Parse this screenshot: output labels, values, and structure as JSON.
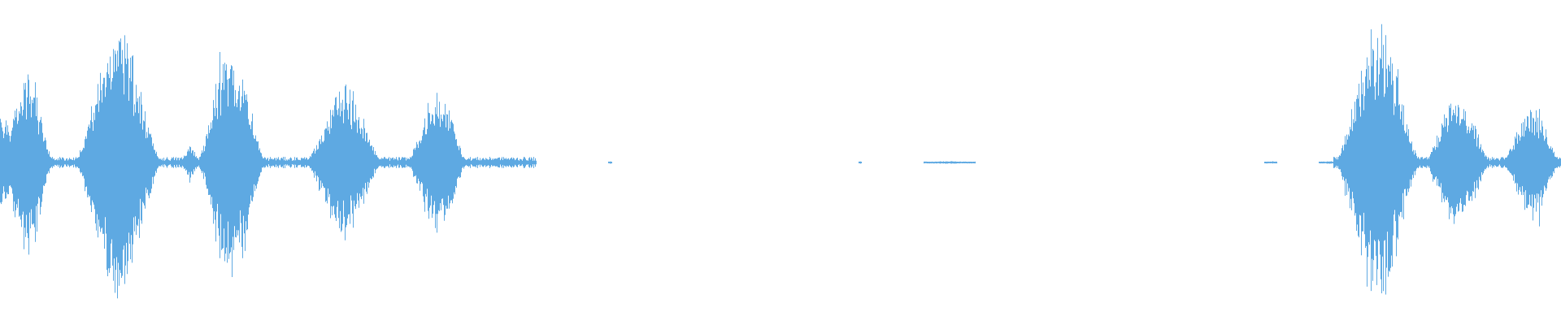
{
  "waveform": {
    "color": "#5ea9e2",
    "background": "#ffffff",
    "segments": [
      {
        "start": 0.0,
        "end": 0.034,
        "peak": 0.65
      },
      {
        "start": 0.047,
        "end": 0.104,
        "peak": 1.0
      },
      {
        "start": 0.116,
        "end": 0.128,
        "peak": 0.12
      },
      {
        "start": 0.126,
        "end": 0.17,
        "peak": 0.88
      },
      {
        "start": 0.195,
        "end": 0.245,
        "peak": 0.55
      },
      {
        "start": 0.26,
        "end": 0.3,
        "peak": 0.52
      },
      {
        "start": 0.3,
        "end": 0.34,
        "peak": 0.03
      },
      {
        "start": 0.39,
        "end": 0.392,
        "peak": 0.01
      },
      {
        "start": 0.55,
        "end": 0.552,
        "peak": 0.01
      },
      {
        "start": 0.592,
        "end": 0.625,
        "peak": 0.01
      },
      {
        "start": 0.81,
        "end": 0.818,
        "peak": 0.01
      },
      {
        "start": 0.845,
        "end": 0.858,
        "peak": 0.01
      },
      {
        "start": 0.855,
        "end": 0.91,
        "peak": 0.98
      },
      {
        "start": 0.912,
        "end": 0.955,
        "peak": 0.5
      },
      {
        "start": 0.962,
        "end": 1.0,
        "peak": 0.42
      }
    ]
  }
}
